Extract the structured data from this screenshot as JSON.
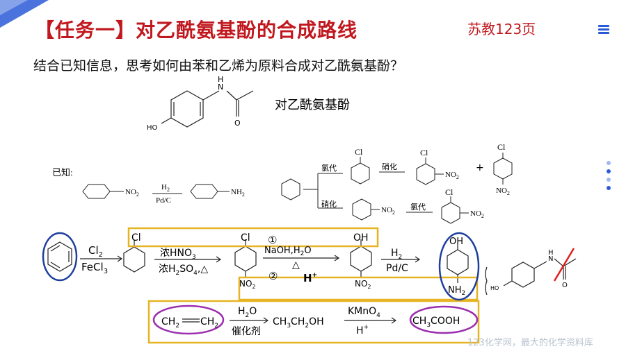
{
  "header": {
    "title": "【任务一】对乙酰氨基酚的合成路线",
    "page_ref": "苏教123页"
  },
  "question": "结合已知信息，思考如何由苯和乙烯为原料合成对乙酰氨基酚？",
  "target": {
    "name": "对乙酰氨基酚",
    "labels": {
      "n": "N",
      "h": "H",
      "ho": "HO",
      "o": "O"
    }
  },
  "known": {
    "label": "已知:",
    "reaction1": {
      "no2": "NO",
      "sub2": "2",
      "reagent_top": "H",
      "reagent_top_sub": "2",
      "reagent_bottom": "Pd/C",
      "nh": "NH",
      "nh_sub": "2"
    },
    "branch": {
      "cl": "Cl",
      "chlorination": "氯代",
      "nitration": "硝化",
      "plus": "+",
      "no2": "NO",
      "sub2": "2"
    }
  },
  "route": {
    "step1_top": "Cl",
    "step1_top_sub": "2",
    "step1_bottom": "FeCl",
    "step1_bottom_sub": "3",
    "cl": "Cl",
    "step2_top": "浓HNO",
    "step2_top_sub": "3",
    "step2_bottom_a": "浓H",
    "step2_bottom_sub1": "2",
    "step2_bottom_b": "SO",
    "step2_bottom_sub2": "4",
    "step2_bottom_c": ",△",
    "no2": "NO",
    "sub2": "2",
    "circle1": "①",
    "step3_top": "NaOH,H",
    "step3_top_sub": "2",
    "step3_top_b": "O",
    "step3_mid": "△",
    "circle2": "②",
    "step3_bottom": "H",
    "step3_bottom_sup": "+",
    "oh": "OH",
    "step4_top": "H",
    "step4_top_sub": "2",
    "step4_bottom": "Pd/C",
    "nh2": "NH",
    "nh2_sub": "2",
    "ethene_a": "CH",
    "ethene_sub1": "2",
    "ethene_b": "CH",
    "ethene_sub2": "2",
    "step5_top": "H",
    "step5_top_sub": "2",
    "step5_top_b": "O",
    "step5_bottom": "催化剂",
    "ethanol_a": "CH",
    "ethanol_sub1": "3",
    "ethanol_b": "CH",
    "ethanol_sub2": "2",
    "ethanol_c": "OH",
    "step6_top": "KMnO",
    "step6_top_sub": "4",
    "step6_bottom": "H",
    "step6_bottom_sup": "+",
    "acid_a": "CH",
    "acid_sub": "3",
    "acid_b": "COOH"
  },
  "footer": "123化学网，最大的化学资料库",
  "colors": {
    "title": "#c0181e",
    "highlight_box": "#e6b422",
    "benzene_circle": "#1f3f9e",
    "reagent_circle": "#9b2fae",
    "cross": "#e02020",
    "accent": "#2a5bd7"
  }
}
